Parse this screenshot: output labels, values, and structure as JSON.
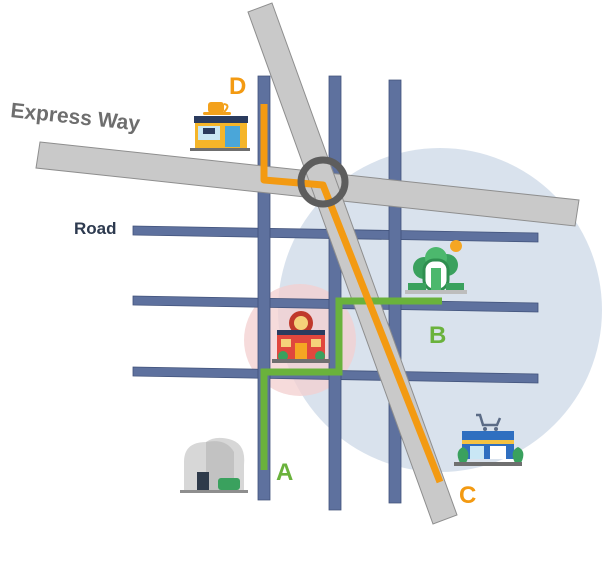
{
  "labels": {
    "expressway": "Express Way",
    "road": "Road"
  },
  "points": {
    "A": "A",
    "B": "B",
    "C": "C",
    "D": "D"
  },
  "colors": {
    "expressway": "#c9c9c9",
    "road": "#5e719e",
    "route_green": "#6ab23c",
    "route_orange": "#f39a12",
    "roundabout": "#5d5d5d",
    "large_zone": "#cfdbe8",
    "small_zone": "#f3cfcf",
    "label_green": "#6ab23c",
    "label_orange": "#f39a12"
  },
  "icons": {
    "cafe": "cafe-icon",
    "park": "park-icon",
    "restaurant": "restaurant-icon",
    "supermarket": "supermarket-icon",
    "building": "building-icon"
  }
}
